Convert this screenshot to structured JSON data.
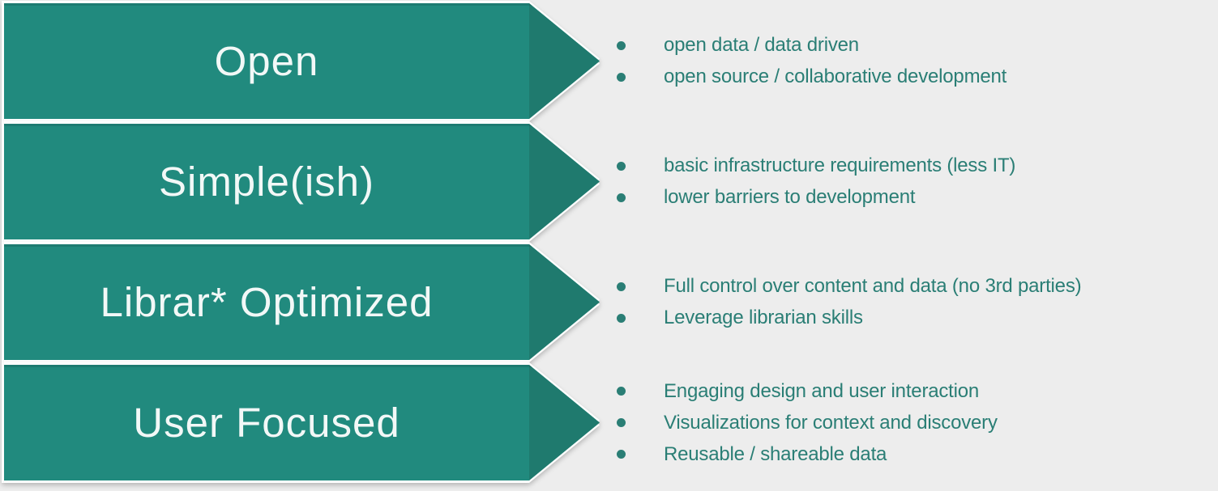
{
  "colors": {
    "background": "#EDEDED",
    "arrow_body": "#218A7E",
    "arrow_head": "#1F7A6E",
    "title_text": "#F2F8F7",
    "bullet_text": "#2A7E75",
    "separator": "#FFFFFF"
  },
  "rows": [
    {
      "title": "Open",
      "bullets": [
        "open data / data driven",
        "open source / collaborative development"
      ]
    },
    {
      "title": "Simple(ish)",
      "bullets": [
        "basic infrastructure requirements (less IT)",
        "lower barriers to development"
      ]
    },
    {
      "title": "Librar* Optimized",
      "bullets": [
        "Full control over content and data (no 3rd parties)",
        "Leverage librarian skills"
      ]
    },
    {
      "title": "User Focused",
      "bullets": [
        "Engaging design and user interaction",
        "Visualizations for context and discovery",
        "Reusable / shareable data"
      ]
    }
  ]
}
